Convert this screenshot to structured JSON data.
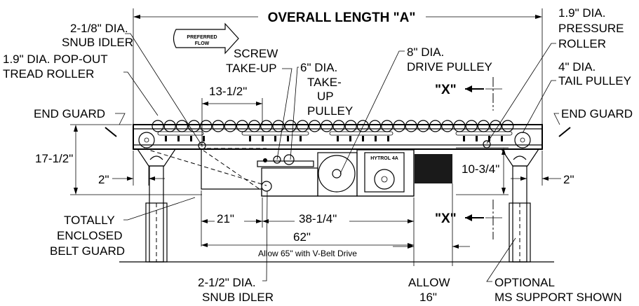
{
  "labels": {
    "overall_length": "OVERALL LENGTH \"A\"",
    "snub_idler_top_1": "2-1/8\" DIA.",
    "snub_idler_top_2": "SNUB IDLER",
    "pop_out_1": "1.9\" DIA. POP-OUT",
    "pop_out_2": "TREAD ROLLER",
    "preferred_flow_1": "PREFERRED",
    "preferred_flow_2": "FLOW",
    "screw_takeup_1": "SCREW",
    "screw_takeup_2": "TAKE-UP",
    "takeup_pulley_1": "6\" DIA.",
    "takeup_pulley_2": "TAKE-",
    "takeup_pulley_3": "UP",
    "takeup_pulley_4": "PULLEY",
    "drive_pulley_1": "8\" DIA.",
    "drive_pulley_2": "DRIVE PULLEY",
    "pressure_roller_1": "1.9\" DIA.",
    "pressure_roller_2": "PRESSURE",
    "pressure_roller_3": "ROLLER",
    "tail_pulley_1": "4\" DIA.",
    "tail_pulley_2": "TAIL PULLEY",
    "section_x_top": "\"X\"",
    "section_x_bottom": "\"X\"",
    "end_guard_left": "END GUARD",
    "end_guard_right": "END GUARD",
    "dim_13_half": "13-1/2\"",
    "dim_17_half": "17-1/2\"",
    "dim_2_left": "2\"",
    "dim_2_right": "2\"",
    "dim_10_3_4": "10-3/4\"",
    "dim_21": "21\"",
    "dim_38_1_4": "38-1/4\"",
    "dim_62": "62\"",
    "allow_65": "Allow 65\" with V-Belt Drive",
    "belt_guard_1": "TOTALLY",
    "belt_guard_2": "ENCLOSED",
    "belt_guard_3": "BELT GUARD",
    "snub_idler_bottom_1": "2-1/2\" DIA.",
    "snub_idler_bottom_2": "SNUB IDLER",
    "allow_16_1": "ALLOW",
    "allow_16_2": "16\"",
    "optional_support_1": "OPTIONAL",
    "optional_support_2": "MS SUPPORT SHOWN",
    "motor_plate": "HYTROL 4A"
  }
}
